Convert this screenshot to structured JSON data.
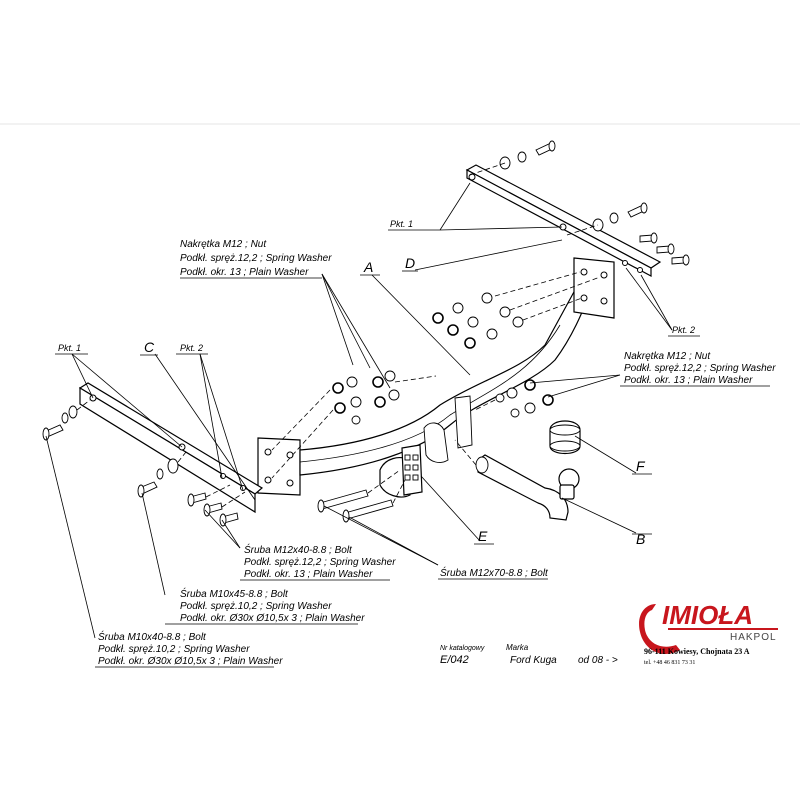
{
  "labels": {
    "nut_group_top": [
      "Nakrętka  M12 ; Nut",
      "Podkł. spręż.12,2 ; Spring Washer",
      "Podkł. okr. 13 ; Plain Washer"
    ],
    "nut_group_right": [
      "Nakrętka  M12 ; Nut",
      "Podkł. spręż.12,2 ; Spring Washer",
      "Podkł. okr. 13 ; Plain Washer"
    ],
    "bolt_m12x40": [
      "Śruba M12x40-8.8 ;  Bolt",
      "Podkł. spręż.12,2 ; Spring Washer",
      "Podkł. okr. 13 ; Plain Washer"
    ],
    "bolt_m12x70": "Śruba M12x70-8.8 ;  Bolt",
    "bolt_m10x45": [
      "Śruba M10x45-8.8 ;  Bolt",
      "Podkł. spręż.10,2 ; Spring Washer",
      "Podkł. okr. Ø30x Ø10,5x 3 ; Plain Washer"
    ],
    "bolt_m10x40": [
      "Śruba M10x40-8.8 ;  Bolt",
      "Podkł. spręż.10,2 ; Spring Washer",
      "Podkł. okr. Ø30x Ø10,5x 3 ; Plain Washer"
    ],
    "pkt1_top": "Pkt. 1",
    "pkt2_right": "Pkt. 2",
    "pkt1_left": "Pkt. 1",
    "pkt2_left": "Pkt. 2",
    "letter_a": "A",
    "letter_b": "B",
    "letter_c": "C",
    "letter_d": "D",
    "letter_e": "E",
    "letter_f": "F"
  },
  "catalog": {
    "nr_label": "Nr katalogowy",
    "nr_value": "E/042",
    "make_label": "Marka",
    "make_value": "Ford Kuga",
    "from_value": "od  08 - >"
  },
  "brand": {
    "name": "IMIOŁA",
    "sub": "HAKPOL",
    "address": "96-111 Kowiesy, Chojnata 23 A",
    "phone": "tel. +48 46 831 73 31",
    "color": "#c8161d"
  }
}
